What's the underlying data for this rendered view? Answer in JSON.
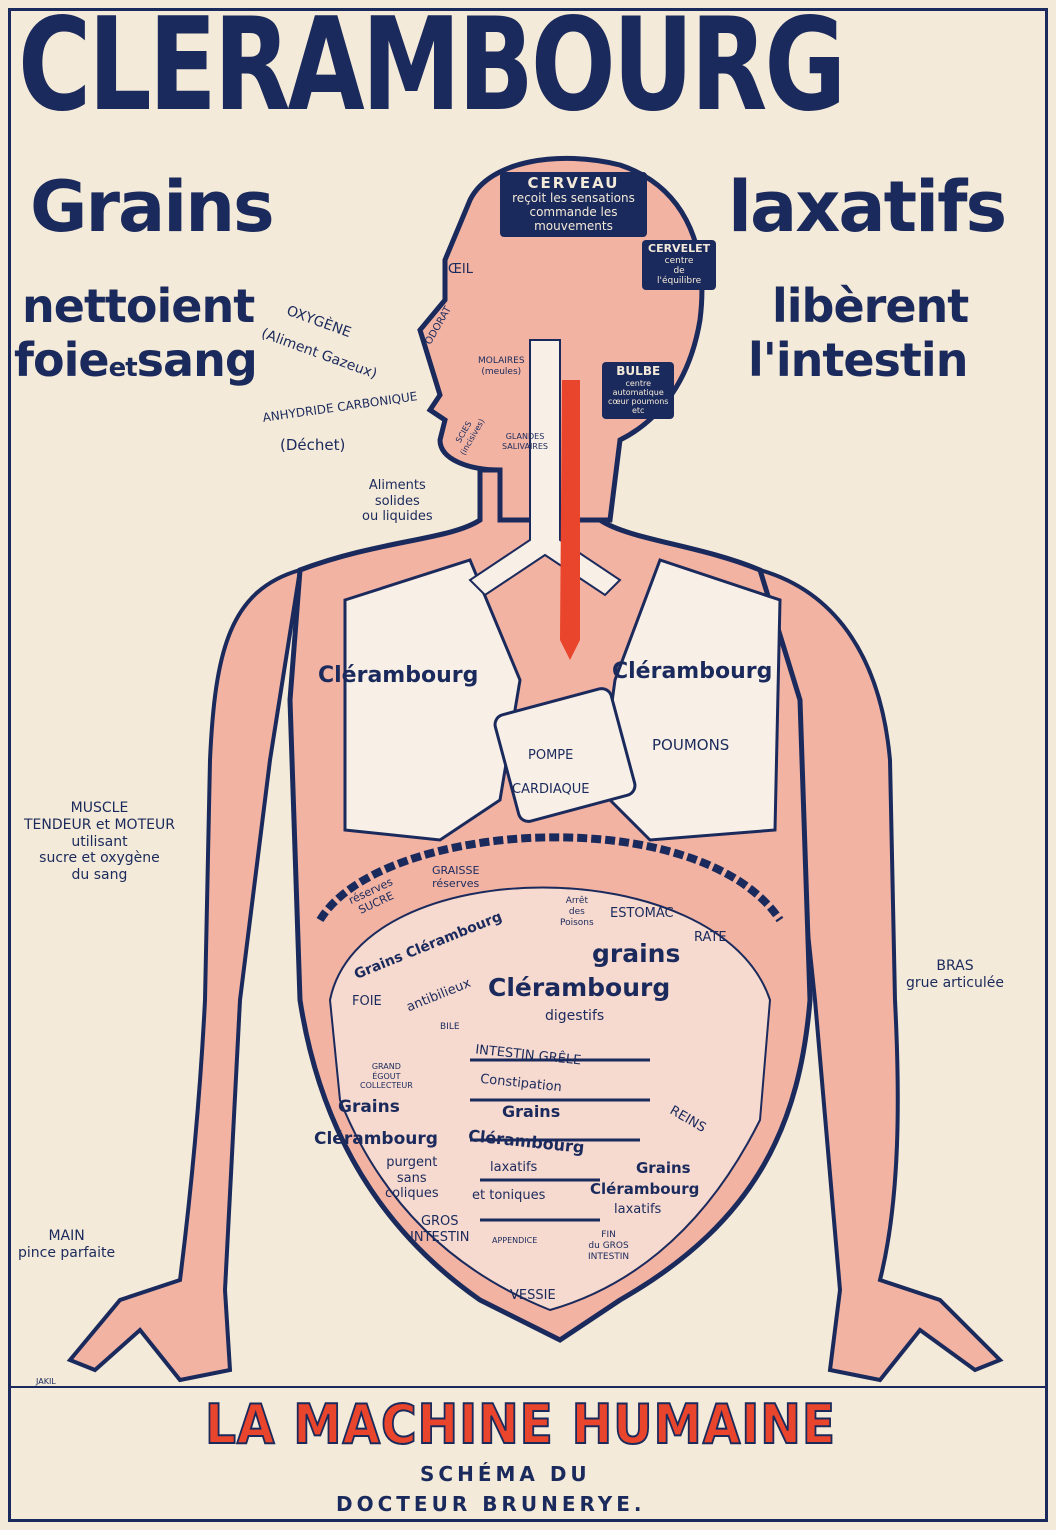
{
  "header": {
    "brand": "CLERAMBOURG",
    "left_word": "Grains",
    "right_word": "laxatifs",
    "left_line1": "nettoient",
    "left_line2a": "foie",
    "left_line2b": "et",
    "left_line2c": "sang",
    "right_line1": "libèrent",
    "right_line2": "l'intestin"
  },
  "head_labels": {
    "cerveau_title": "CERVEAU",
    "cerveau_l1": "reçoit les sensations",
    "cerveau_l2": "commande les",
    "cerveau_l3": "mouvements",
    "cervelet_title": "CERVELET",
    "cervelet_l1": "centre",
    "cervelet_l2": "de",
    "cervelet_l3": "l'équilibre",
    "bulbe_title": "BULBE",
    "bulbe_l1": "centre",
    "bulbe_l2": "automatique",
    "bulbe_l3": "cœur poumons",
    "bulbe_l4": "etc",
    "oeil": "ŒIL",
    "odorat": "ODORAT",
    "oxygene": "OXYGÈNE",
    "aliment_gazeux": "(Aliment Gazeux)",
    "anhydride": "ANHYDRIDE CARBONIQUE",
    "dechet": "(Déchet)",
    "molaires": "MOLAIRES",
    "meules": "(meules)",
    "scies": "SCIES",
    "incisives": "(incisives)",
    "glandes": "GLANDES",
    "salivaires": "SALIVAIRES",
    "aliments1": "Aliments",
    "aliments2": "solides",
    "aliments3": "ou liquides"
  },
  "chest_labels": {
    "clerambourg_left": "Clérambourg",
    "clerambourg_right": "Clérambourg",
    "poumons": "POUMONS",
    "pompe": "POMPE",
    "cardiaque": "CARDIAQUE"
  },
  "side_labels": {
    "muscle1": "MUSCLE",
    "muscle2": "TENDEUR et MOTEUR",
    "muscle3": "utilisant",
    "muscle4": "sucre et oxygène",
    "muscle5": "du sang",
    "bras1": "BRAS",
    "bras2": "grue articulée",
    "main1": "MAIN",
    "main2": "pince parfaite",
    "signature": "JAKIL"
  },
  "abdomen_labels": {
    "graisse": "GRAISSE",
    "reserves": "réserves",
    "reserves_sucre1": "réserves",
    "reserves_sucre2": "SUCRE",
    "arret1": "Arrêt",
    "arret2": "des",
    "arret3": "Poisons",
    "estomac": "ESTOMAC",
    "rate": "RATE",
    "foie_grains": "Grains Clérambourg",
    "foie": "FOIE",
    "antibilieux": "antibilieux",
    "bile": "BILE",
    "digest_grains": "grains",
    "digest_clerambourg": "Clérambourg",
    "digestifs": "digestifs",
    "grand_egout1": "GRAND",
    "grand_egout2": "ÉGOUT",
    "grand_egout3": "COLLECTEUR",
    "intestin_grele": "INTESTIN GRÊLE",
    "constipation": "Constipation",
    "center_grains": "Grains",
    "center_clerambourg": "Clérambourg",
    "center_laxatifs": "laxatifs",
    "center_toniques": "et toniques",
    "left_grains": "Grains",
    "left_clerambourg": "Clérambourg",
    "purgent": "purgent",
    "sans": "sans",
    "coliques": "coliques",
    "gros": "GROS",
    "intestin": "INTESTIN",
    "appendice": "APPENDICE",
    "reins": "REINS",
    "right_grains": "Grains",
    "right_clerambourg": "Clérambourg",
    "right_laxatifs": "laxatifs",
    "fin1": "FIN",
    "fin2": "du GROS",
    "fin3": "INTESTIN",
    "vessie": "VESSIE"
  },
  "footer": {
    "title": "LA MACHINE HUMAINE",
    "sub1": "SCHÉMA DU",
    "sub2": "DOCTEUR BRUNERYE."
  },
  "colors": {
    "navy": "#1b2a5c",
    "red": "#e8452c",
    "pink": "#f2b3a3",
    "cream": "#f4ead9"
  }
}
